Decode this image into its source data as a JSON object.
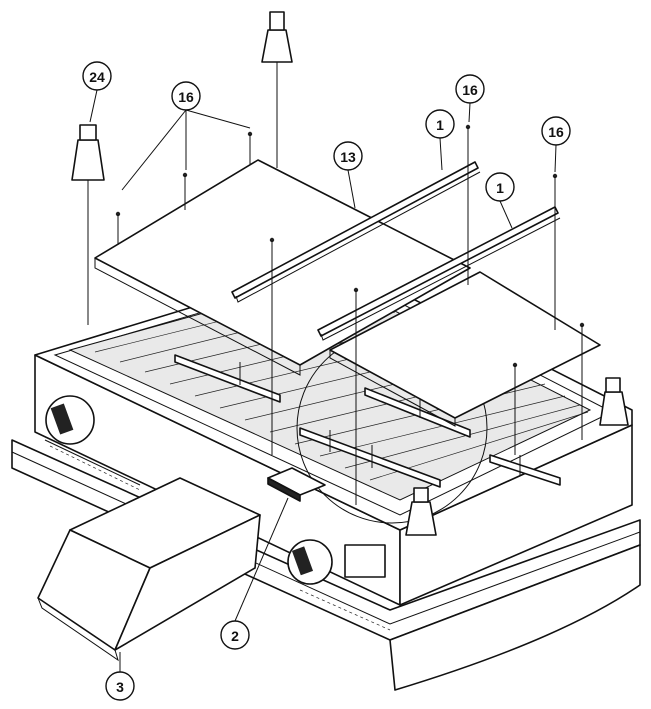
{
  "callouts": [
    {
      "id": "c24",
      "label": "24"
    },
    {
      "id": "c16a",
      "label": "16"
    },
    {
      "id": "c13",
      "label": "13"
    },
    {
      "id": "c1a",
      "label": "1"
    },
    {
      "id": "c16b",
      "label": "16"
    },
    {
      "id": "c1b",
      "label": "1"
    },
    {
      "id": "c16c",
      "label": "16"
    },
    {
      "id": "c2",
      "label": "2"
    },
    {
      "id": "c3",
      "label": "3"
    }
  ]
}
